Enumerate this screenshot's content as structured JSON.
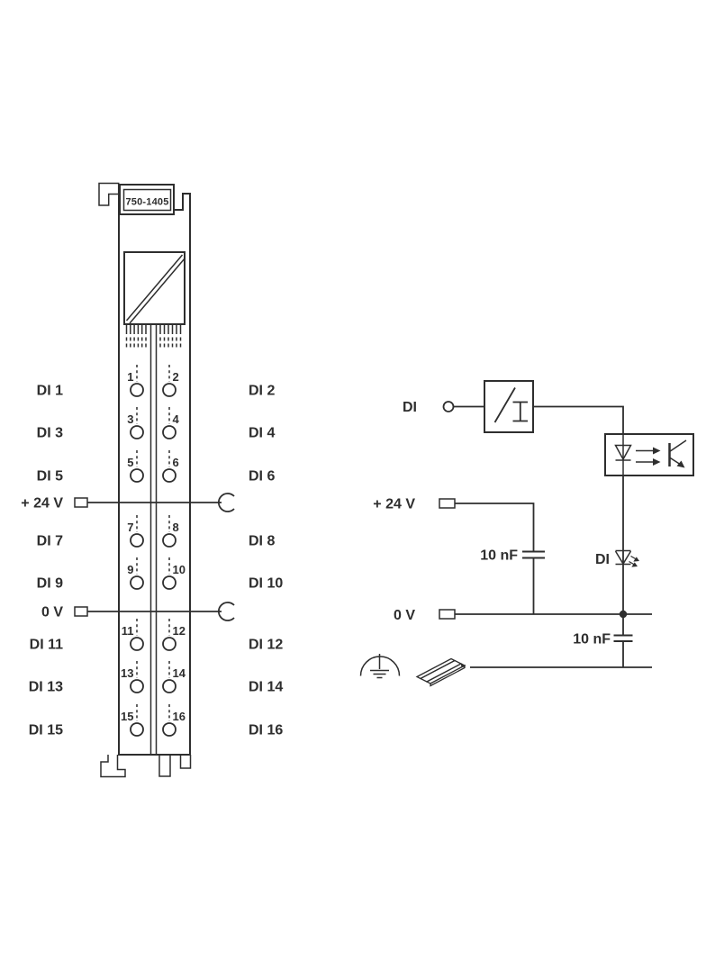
{
  "colors": {
    "ink": "#2e2e2e",
    "background": "#ffffff"
  },
  "module": {
    "part_number": "750-1405",
    "channel_rows": [
      {
        "left_label": "DI 1",
        "left_pin": "1",
        "right_pin": "2",
        "right_label": "DI 2"
      },
      {
        "left_label": "DI 3",
        "left_pin": "3",
        "right_pin": "4",
        "right_label": "DI 4"
      },
      {
        "left_label": "DI 5",
        "left_pin": "5",
        "right_pin": "6",
        "right_label": "DI 6"
      },
      {
        "left_label": "DI 7",
        "left_pin": "7",
        "right_pin": "8",
        "right_label": "DI 8"
      },
      {
        "left_label": "DI 9",
        "left_pin": "9",
        "right_pin": "10",
        "right_label": "DI 10"
      },
      {
        "left_label": "DI 11",
        "left_pin": "11",
        "right_pin": "12",
        "right_label": "DI 12"
      },
      {
        "left_label": "DI 13",
        "left_pin": "13",
        "right_pin": "14",
        "right_label": "DI 14"
      },
      {
        "left_label": "DI 15",
        "left_pin": "15",
        "right_pin": "16",
        "right_label": "DI 16"
      }
    ],
    "power_rows": [
      {
        "label": "+ 24 V"
      },
      {
        "label": "0 V"
      }
    ]
  },
  "schematic": {
    "input_label": "DI",
    "supply_label": "+ 24 V",
    "ground_label": "0 V",
    "filter_capacitor_value": "10 nF",
    "earth_capacitor_value": "10 nF",
    "led_label": "DI"
  }
}
